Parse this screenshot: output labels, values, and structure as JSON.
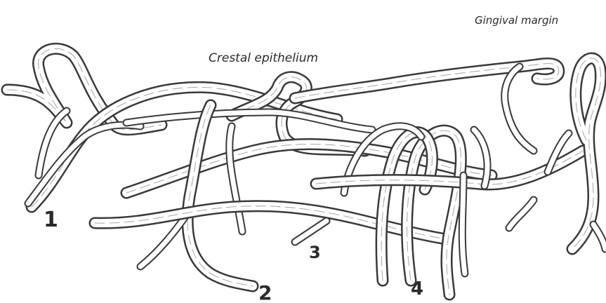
{
  "labels": {
    "gingival_margin": "Gingival margin",
    "crestal_epithelium": "Crestal epithelium",
    "vessel_1": "1",
    "vessel_2": "2",
    "vessel_3": "3",
    "vessel_4": "4"
  },
  "colors": {
    "ink": "#3a3a3a",
    "background": "#ffffff"
  }
}
